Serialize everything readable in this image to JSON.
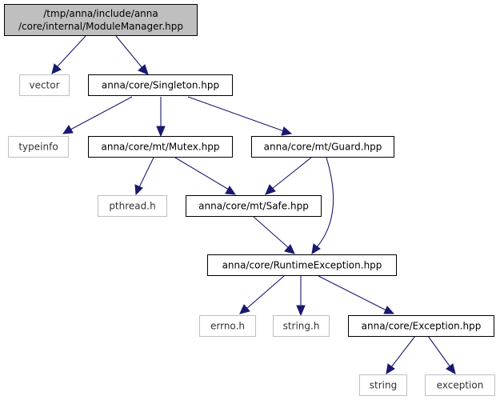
{
  "nodes": {
    "module_manager_line1": "/tmp/anna/include/anna",
    "module_manager_line2": "/core/internal/ModuleManager.hpp",
    "vector": "vector",
    "singleton": "anna/core/Singleton.hpp",
    "typeinfo": "typeinfo",
    "mutex": "anna/core/mt/Mutex.hpp",
    "guard": "anna/core/mt/Guard.hpp",
    "pthread": "pthread.h",
    "safe": "anna/core/mt/Safe.hpp",
    "runtime_exception": "anna/core/RuntimeException.hpp",
    "errno": "errno.h",
    "string_h": "string.h",
    "exception_hpp": "anna/core/Exception.hpp",
    "string": "string",
    "exception": "exception"
  },
  "colors": {
    "edge": "#191970",
    "root_fill": "#bfbfbf",
    "system_border": "#bfbfbf",
    "local_border": "#000000"
  }
}
